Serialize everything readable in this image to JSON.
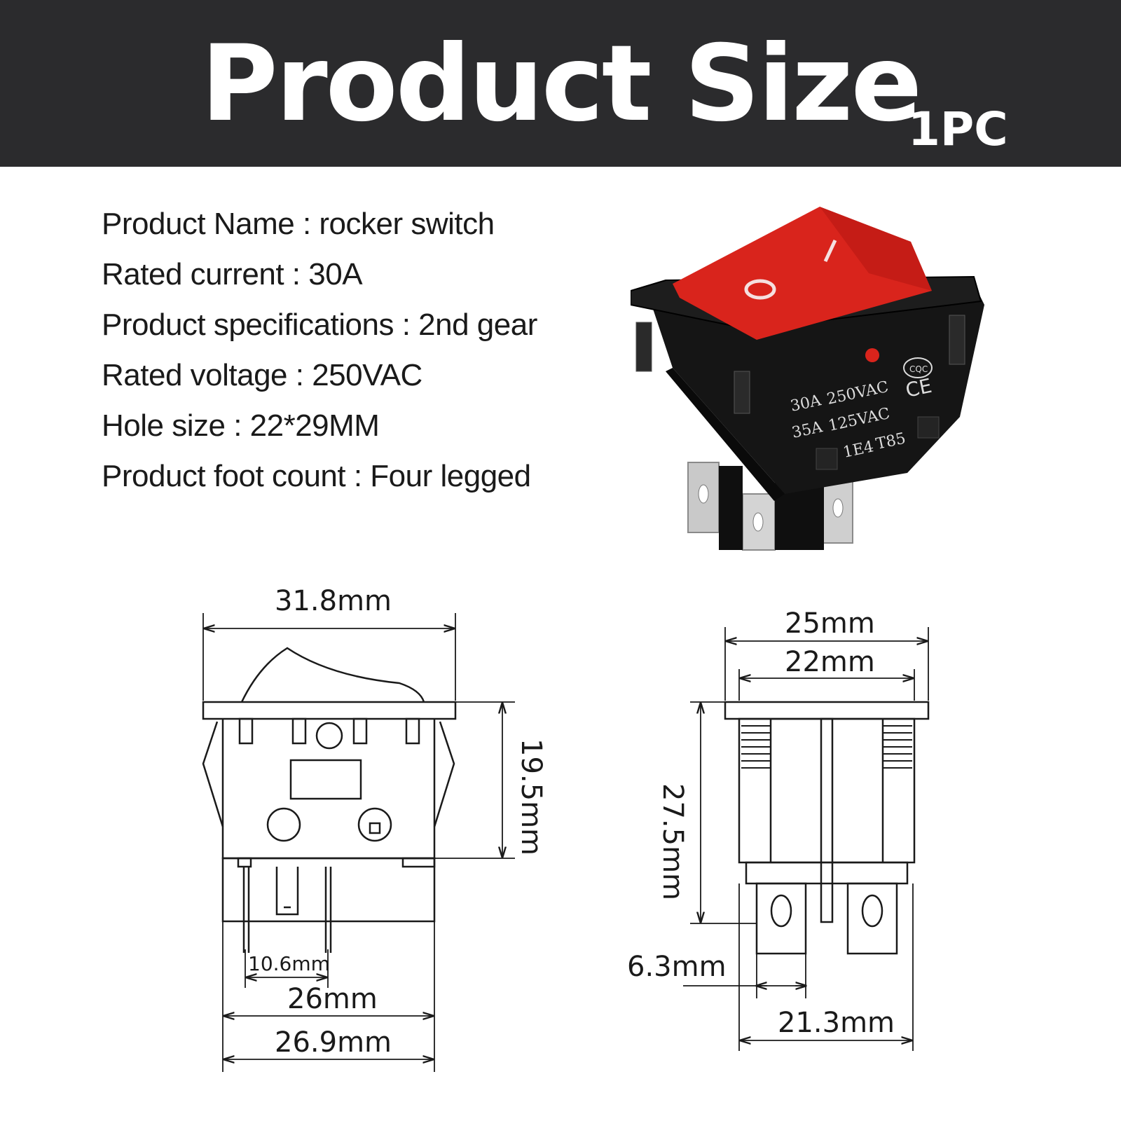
{
  "header": {
    "title": "Product Size",
    "quantity": "1PC",
    "background": "#2b2b2d"
  },
  "specs": [
    "Product Name : rocker switch",
    "Rated current : 30A",
    "Product specifications : 2nd gear",
    "Rated voltage : 250VAC",
    "Hole size : 22*29MM",
    "Product foot count : Four legged"
  ],
  "photo": {
    "markings": {
      "mark_off": "O",
      "mark_on": "I",
      "line1_current": "30A",
      "line1_voltage": "250VAC",
      "line2_current": "35A",
      "line2_voltage": "125VAC",
      "line3_code": "1E4",
      "line3_temp": "T85",
      "cert1": "CQC",
      "cert2": "CE"
    },
    "rocker_color": "#d9241c",
    "housing_color": "#141414"
  },
  "front_view": {
    "width_top": "31.8mm",
    "height": "19.5mm",
    "pin_spacing": "10.6mm",
    "width_body": "26mm",
    "width_bottom": "26.9mm"
  },
  "side_view": {
    "width_top": "25mm",
    "width_inner": "22mm",
    "height": "27.5mm",
    "terminal_width": "6.3mm",
    "width_bottom": "21.3mm"
  }
}
